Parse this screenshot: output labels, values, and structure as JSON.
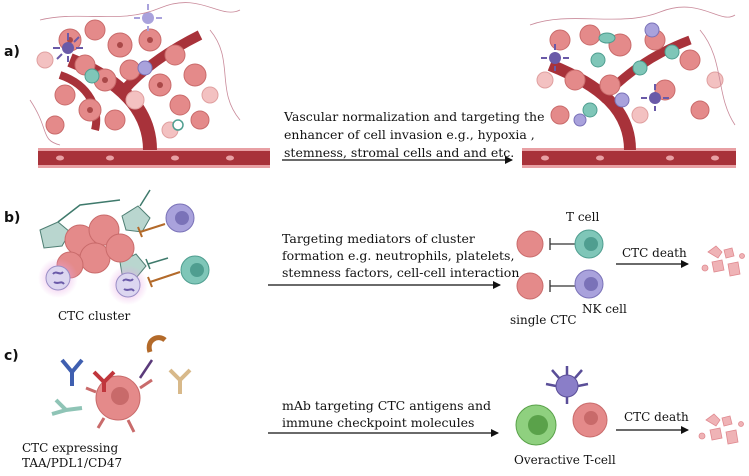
{
  "panels": [
    {
      "label": "a)",
      "text_lines": [
        "Vascular normalization and targeting the",
        "enhancer of cell invasion e.g., hypoxia ,",
        "stemness, stromal cells and  and etc."
      ]
    },
    {
      "label": "b)",
      "text_lines": [
        "Targeting mediators of cluster",
        "formation e.g. neutrophils, platelets,",
        "stemness factors, cell-cell interaction"
      ],
      "cluster_caption": "CTC cluster",
      "t_cell_label": "T cell",
      "nk_cell_label": "NK cell",
      "single_ctc_label": "single CTC",
      "outcome": "CTC death"
    },
    {
      "label": "c)",
      "text_lines": [
        "mAb targeting CTC antigens and",
        "immune checkpoint molecules"
      ],
      "ctc_caption_lines": [
        "CTC expressing",
        "TAA/PDL1/CD47"
      ],
      "overactive_label": "Overactive T-cell",
      "outcome": "CTC death"
    }
  ],
  "colors": {
    "vessel": "#a8323a",
    "vessel_light": "#e8a0a4",
    "tumor_cell": "#e48a8a",
    "tumor_light": "#f3c1c1",
    "t_cell": "#7fc6b8",
    "nk_cell": "#a9a2dc",
    "neutrophil_glow": "#e7a7e3",
    "platelet": "#b9d6cf",
    "dendritic": "#6a5aa8",
    "antibody_blue": "#3f5fb0",
    "antibody_tan": "#d8b98a",
    "antibody_brown": "#b36a2a",
    "debris": "#efb3b6"
  }
}
